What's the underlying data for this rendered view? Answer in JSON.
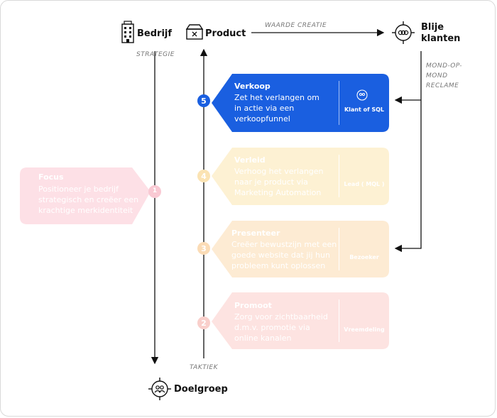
{
  "nodes": {
    "bedrijf": "Bedrijf",
    "product": "Product",
    "blije_klanten_line1": "Blije",
    "blije_klanten_line2": "klanten",
    "doelgroep": "Doelgroep"
  },
  "edge_labels": {
    "waarde_creatie": "WAARDE CREATIE",
    "strategie": "STRATEGIE",
    "taktiek": "TAKTIEK",
    "mond_line1": "MOND-OP-",
    "mond_line2": "MOND",
    "mond_line3": "RECLAME"
  },
  "focus": {
    "number": "1",
    "title": "Focus",
    "desc_line1": "Positioneer je bedrijf",
    "desc_line2": "strategisch en creëer een",
    "desc_line3": "krachtige merkidentiteit"
  },
  "stages": [
    {
      "number": "5",
      "title": "Verkoop",
      "line1": "Zet het verlangen om",
      "line2": "in actie via een",
      "line3": "verkoopfunnel",
      "badge": "Klant of SQL"
    },
    {
      "number": "4",
      "title": "Verleid",
      "line1": "Verhoog het verlangen",
      "line2": "naar je product via",
      "line3": "Marketing Automation",
      "badge": "Lead ( MQL )"
    },
    {
      "number": "3",
      "title": "Presenteer",
      "line1": "Creëer bewustzijn met een",
      "line2": "goede website dat jij hun",
      "line3": "probleem kunt oplossen",
      "badge": "Bezoeker"
    },
    {
      "number": "2",
      "title": "Promoot",
      "line1": "Zorg voor zichtbaarheid",
      "line2": "d.m.v. promotie via",
      "line3": "online kanalen",
      "badge": "Vreemdeling"
    }
  ],
  "colors": {
    "verkoop": "#1a5fe0",
    "verleid": "#fdf1d3",
    "presenteer": "#fdebd3",
    "promoot": "#fde3e1",
    "focus": "#fde0e6"
  }
}
